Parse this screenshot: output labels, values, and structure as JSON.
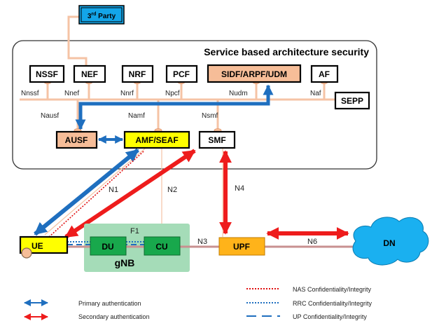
{
  "title": "Service based architecture security",
  "third_party": {
    "main": "3",
    "sup": "rd",
    "rest": " Party"
  },
  "nf": {
    "nssf": "NSSF",
    "nef": "NEF",
    "nrf": "NRF",
    "pcf": "PCF",
    "sidf": "SIDF/ARPF/UDM",
    "af": "AF",
    "sepp": "SEPP",
    "ausf": "AUSF",
    "amf": "AMF/SEAF",
    "smf": "SMF",
    "ue": "UE",
    "du": "DU",
    "cu": "CU",
    "gnb": "gNB",
    "upf": "UPF",
    "dn": "DN"
  },
  "interfaces": {
    "nnssf": "Nnssf",
    "nnef": "Nnef",
    "nnrf": "Nnrf",
    "npcf": "Npcf",
    "nudm": "Nudm",
    "naf": "Naf",
    "nausf": "Nausf",
    "namf": "Namf",
    "nsmf": "Nsmf"
  },
  "ref_points": {
    "n1": "N1",
    "n2": "N2",
    "n3": "N3",
    "n4": "N4",
    "n6": "N6",
    "f1": "F1"
  },
  "legend": {
    "primary": "Primary authentication",
    "secondary": "Secondary authentication",
    "nas": "NAS Confidentiality/Integrity",
    "rrc": "RRC Confidentiality/Integrity",
    "up": "UP Confidentiality/Integrity"
  },
  "colors": {
    "primary_blue": "#1f6fbf",
    "secondary_red": "#ee1c1c",
    "bus": "#f5c3a5",
    "salmon_fill": "#f6bd98",
    "yellow_fill": "#ffff00",
    "orange_fill": "#ffb31a",
    "green_fill": "#a5dcb8",
    "green_node": "#18a84c",
    "cloud": "#1ab0f0",
    "third_party": "#13a5e8"
  }
}
